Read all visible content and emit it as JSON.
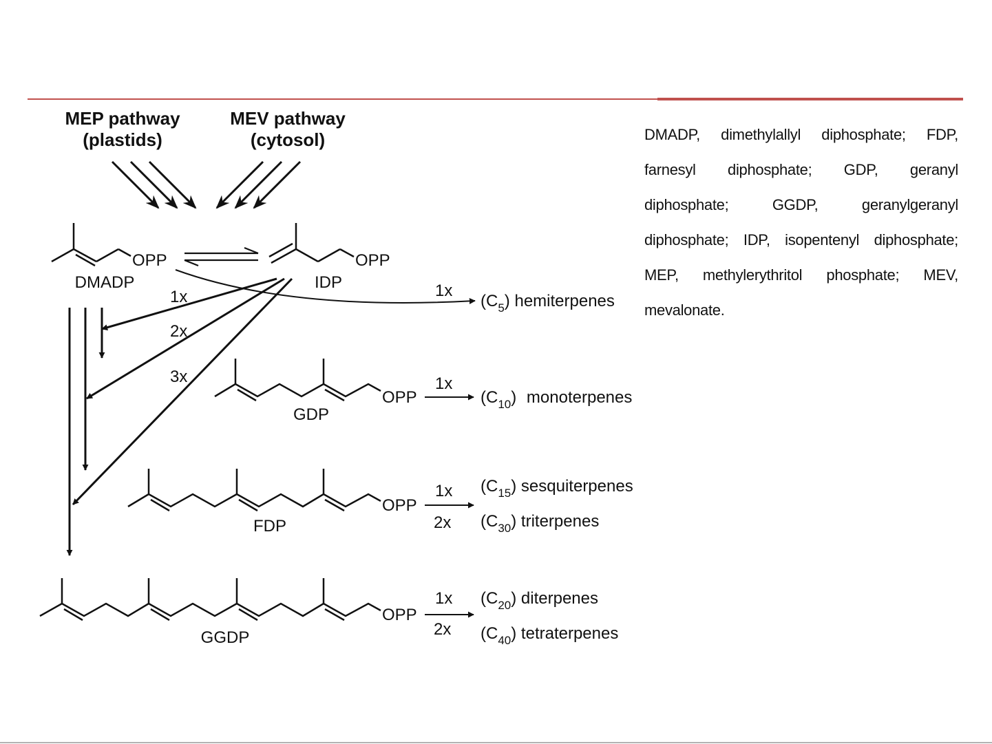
{
  "pathways": {
    "mep": {
      "line1": "MEP pathway",
      "line2": "(plastids)"
    },
    "mev": {
      "line1": "MEV pathway",
      "line2": "(cytosol)"
    }
  },
  "compounds": {
    "dmadp": "DMADP",
    "idp": "IDP",
    "gdp": "GDP",
    "fdp": "FDP",
    "ggdp": "GGDP",
    "opp": "OPP"
  },
  "multipliers": {
    "one": "1x",
    "two": "2x",
    "three": "3x"
  },
  "products": [
    {
      "carbons": "5",
      "name": "hemiterpenes"
    },
    {
      "carbons": "10",
      "name": "monoterpenes"
    },
    {
      "carbons": "15",
      "name": "sesquiterpenes"
    },
    {
      "carbons": "30",
      "name": "triterpenes"
    },
    {
      "carbons": "20",
      "name": "diterpenes"
    },
    {
      "carbons": "40",
      "name": "tetraterpenes"
    }
  ],
  "legend": "DMADP, dimethylallyl diphosphate; FDP, farnesyl diphosphate; GDP, geranyl diphosphate; GGDP, geranylgeranyl diphosphate; IDP, isopentenyl diphosphate; MEP, methylerythritol phosphate; MEV, mevalonate.",
  "colors": {
    "rule": "#c0504d",
    "ink": "#111111"
  }
}
